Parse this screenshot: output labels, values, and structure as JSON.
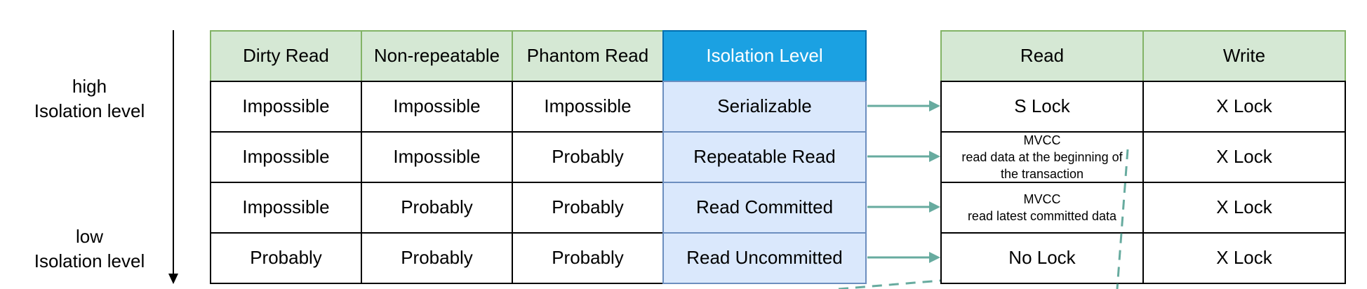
{
  "side_labels": {
    "high": [
      "high",
      "Isolation level"
    ],
    "low": [
      "low",
      "Isolation level"
    ]
  },
  "left_table": {
    "headers": [
      "Dirty Read",
      "Non-repeatable",
      "Phantom Read",
      "Isolation Level"
    ],
    "rows": [
      [
        "Impossible",
        "Impossible",
        "Impossible",
        "Serializable"
      ],
      [
        "Impossible",
        "Impossible",
        "Probably",
        "Repeatable Read"
      ],
      [
        "Impossible",
        "Probably",
        "Probably",
        "Read Committed"
      ],
      [
        "Probably",
        "Probably",
        "Probably",
        "Read Uncommitted"
      ]
    ]
  },
  "right_table": {
    "headers": [
      "Read",
      "Write"
    ],
    "rows": [
      [
        [
          "S Lock"
        ],
        [
          "X Lock"
        ]
      ],
      [
        [
          "MVCC",
          "read data at the beginning of",
          "the transaction"
        ],
        [
          "X Lock"
        ]
      ],
      [
        [
          "MVCC",
          "read latest committed data"
        ],
        [
          "X Lock"
        ]
      ],
      [
        [
          "No Lock"
        ],
        [
          "X Lock"
        ]
      ]
    ]
  },
  "colors": {
    "header_green_fill": "#d5e8d4",
    "header_green_stroke": "#82b366",
    "header_blue_fill": "#1ba1e2",
    "level_blue_fill": "#dae8fc",
    "level_blue_stroke": "#6c8ebf",
    "arrow": "#67ab9f"
  }
}
